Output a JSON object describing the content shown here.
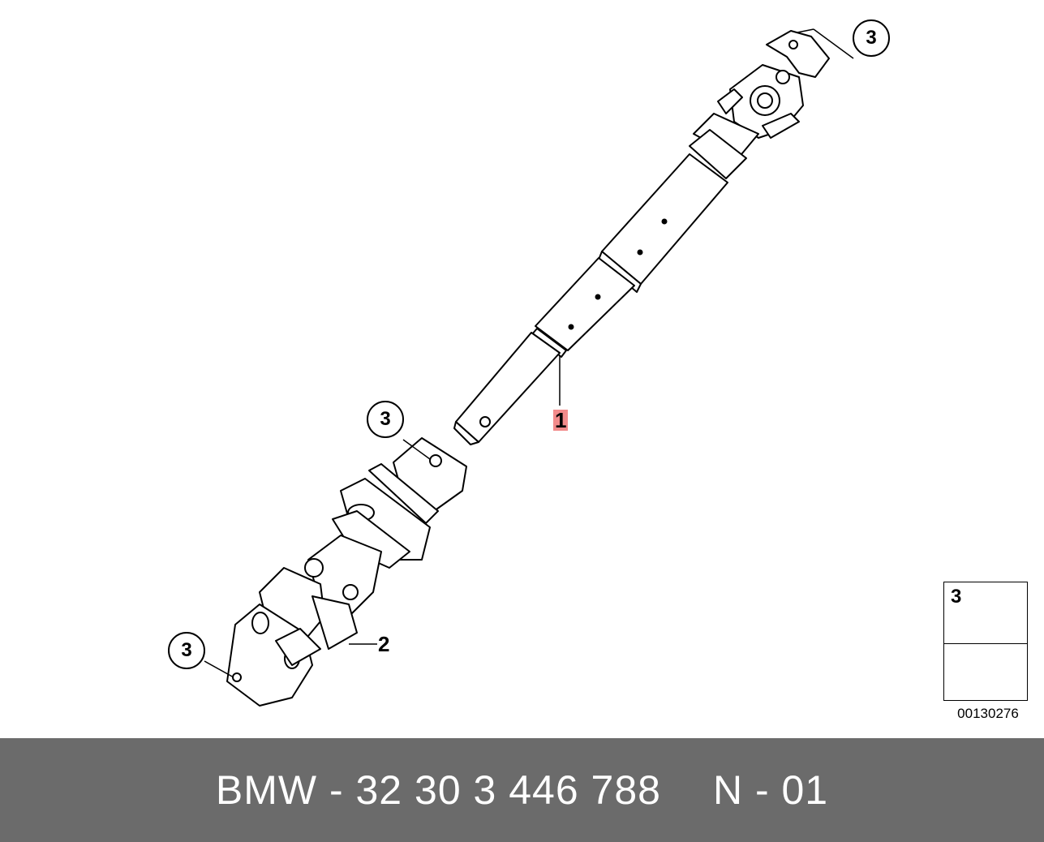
{
  "diagram": {
    "callouts": [
      {
        "id": "top-right",
        "label": "3"
      },
      {
        "id": "mid-left",
        "label": "3"
      },
      {
        "id": "bottom-left",
        "label": "3"
      }
    ],
    "part_labels": {
      "shaft": "1",
      "joint": "2"
    },
    "legend": {
      "part_number": "3",
      "icons": [
        "bolt-icon",
        "arrow-icon"
      ]
    },
    "image_reference": "00130276"
  },
  "footer": {
    "part_text": "BMW - 32 30 3 446 788",
    "suffix_text": "N - 01"
  },
  "colors": {
    "footer_background": "#6b6b6b",
    "highlight": "#f28b8b",
    "line": "#000000"
  }
}
